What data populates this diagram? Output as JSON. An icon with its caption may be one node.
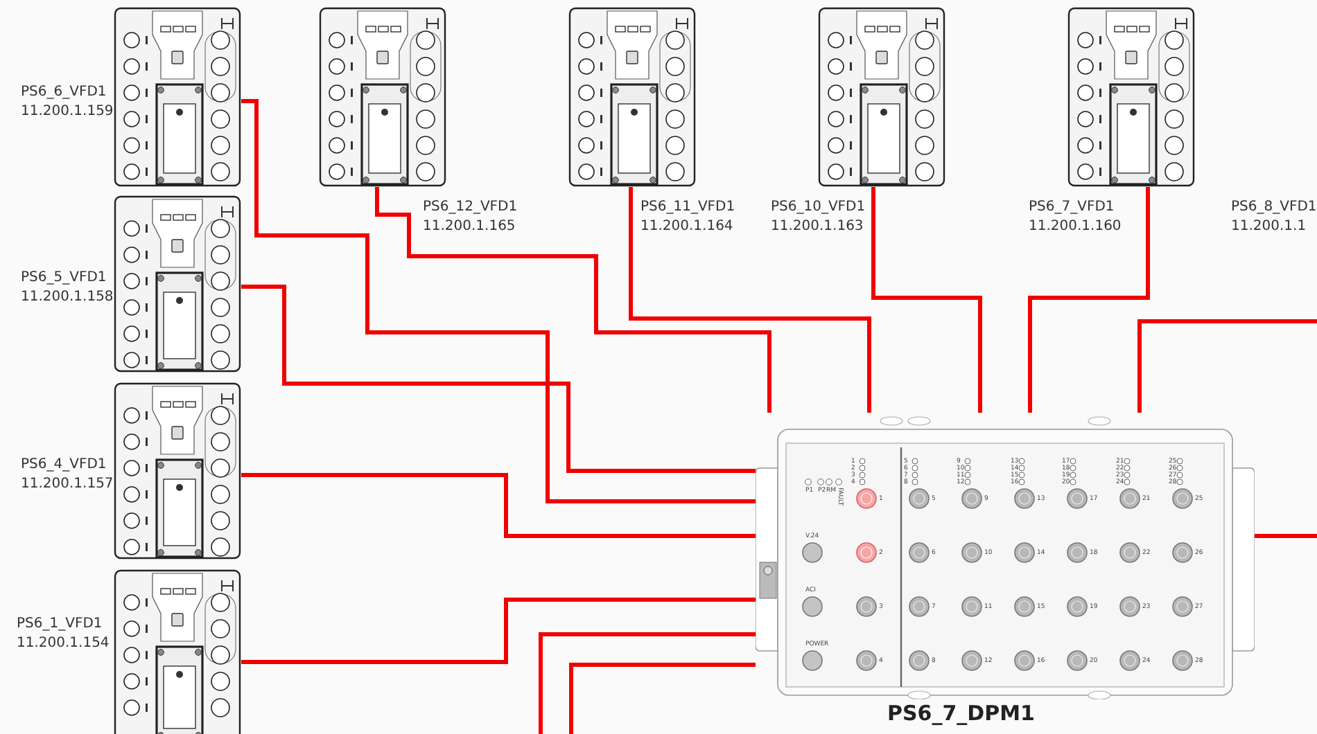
{
  "diagram": {
    "nodes": [
      {
        "text": [],
        "shape": "picture",
        "beside": [
          "PS6_6_VFD1",
          "11.200.1.159"
        ]
      },
      {
        "text": [],
        "shape": "picture",
        "beside": [
          "PS6_12_VFD1",
          "11.200.1.165"
        ]
      },
      {
        "text": [],
        "shape": "picture",
        "beside": [
          "PS6_11_VFD1",
          "11.200.1.164"
        ]
      },
      {
        "text": [],
        "shape": "picture",
        "beside": [
          "PS6_10_VFD1",
          "11.200.1.163"
        ]
      },
      {
        "text": [],
        "shape": "picture",
        "beside": [
          "PS6_7_VFD1",
          "11.200.1.160"
        ]
      },
      {
        "text": [],
        "shape": "picture",
        "beside": [
          "PS6_5_VFD1",
          "11.200.1.158"
        ]
      },
      {
        "text": [],
        "shape": "picture",
        "beside": [
          "PS6_4_VFD1",
          "11.200.1.157"
        ]
      },
      {
        "text": [],
        "shape": "picture",
        "beside": [
          "PS6_7_DPM1"
        ]
      },
      {
        "text": [],
        "shape": "picture",
        "beside": [
          "PS6_1_VFD1",
          "11.200.1.154"
        ]
      }
    ],
    "edges": [
      {
        "from": 0,
        "to": 7,
        "arrow": "none"
      },
      {
        "from": 1,
        "to": 7,
        "arrow": "none"
      },
      {
        "from": 2,
        "to": 7,
        "arrow": "none"
      },
      {
        "from": 3,
        "to": 7,
        "arrow": "none"
      },
      {
        "from": 4,
        "to": 7,
        "arrow": "none"
      },
      {
        "from": 5,
        "to": 7,
        "arrow": "none"
      },
      {
        "from": 6,
        "to": 7,
        "arrow": "none"
      },
      {
        "from": 8,
        "to": 7,
        "arrow": "none"
      },
      {
        "from": 7,
        "to": null,
        "arrow": "none"
      },
      {
        "from": null,
        "to": 7,
        "arrow": "none"
      },
      {
        "from": null,
        "to": 7,
        "arrow": "none"
      },
      {
        "from": 7,
        "to": null,
        "arrow": "none"
      }
    ],
    "labels": [
      "PS6_8_VFD1",
      "11.200.1.1",
      "P1",
      "P2",
      "RM",
      "FAULT",
      "V.24",
      "ACI",
      "POWER",
      "1",
      "2",
      "3",
      "4",
      "5",
      "6",
      "7",
      "8",
      "9",
      "10",
      "11",
      "12",
      "13",
      "14",
      "15",
      "16",
      "17",
      "18",
      "19",
      "20",
      "21",
      "22",
      "23",
      "24",
      "25",
      "26",
      "27",
      "28",
      "1",
      "2",
      "3",
      "4",
      "5",
      "6",
      "7",
      "8",
      "9",
      "10",
      "11",
      "12",
      "13",
      "14",
      "15",
      "16",
      "17",
      "18",
      "19",
      "20",
      "21",
      "22",
      "23",
      "24",
      "25",
      "26",
      "27",
      "28"
    ]
  }
}
